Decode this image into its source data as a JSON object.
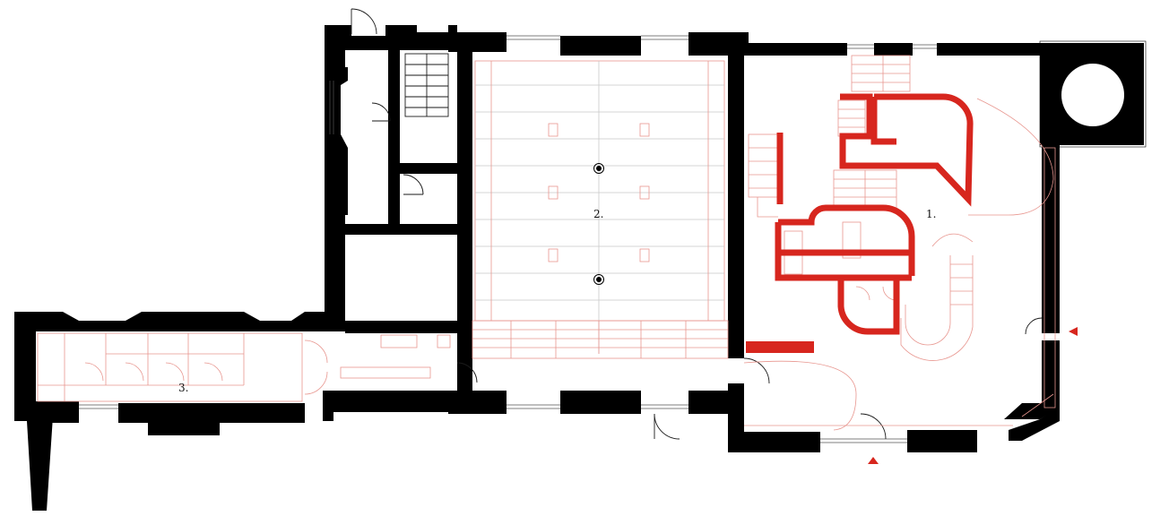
{
  "rooms": [
    {
      "id": "1",
      "label": "1."
    },
    {
      "id": "2",
      "label": "2."
    },
    {
      "id": "3",
      "label": "3."
    }
  ],
  "colors": {
    "existing_walls": "#000000",
    "new_walls": "#d7261e",
    "new_linework": "#e8968f",
    "grid_lines": "#c9c9c9",
    "entry_markers": "#d7261e"
  }
}
